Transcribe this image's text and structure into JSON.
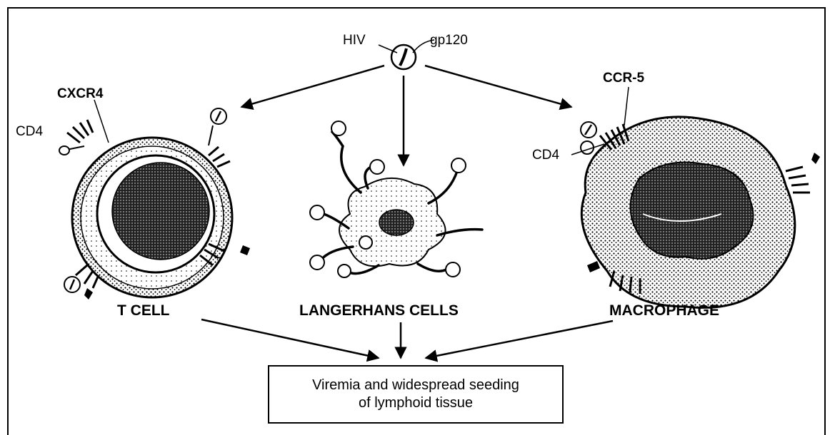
{
  "virus": {
    "label": "HIV",
    "glycoprotein_label": "gp120"
  },
  "t_cell": {
    "title": "T CELL",
    "receptor_label": "CXCR4",
    "cd4_label": "CD4"
  },
  "langerhans": {
    "title": "LANGERHANS CELLS"
  },
  "macrophage": {
    "title": "MACROPHAGE",
    "receptor_label": "CCR-5",
    "cd4_label": "CD4"
  },
  "outcome": {
    "line1": "Viremia and widespread seeding",
    "line2": "of lymphoid tissue"
  }
}
